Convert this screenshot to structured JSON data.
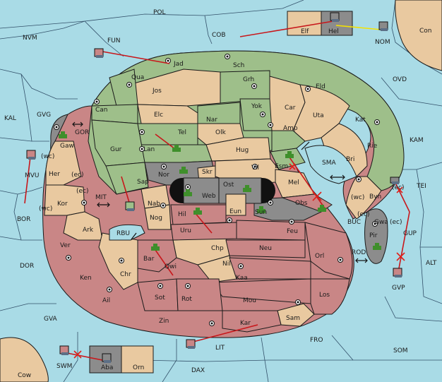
{
  "map": {
    "colors": {
      "sea": "#a9dbe6",
      "green": "#9ebf8a",
      "tan": "#e9c9a0",
      "brown": "#c98686",
      "gray": "#8c8c8c",
      "dark": "#111111"
    },
    "sea_labels": {
      "pol": "POL",
      "nvm": "NVM",
      "fun": "FUN",
      "cob": "COB",
      "nom": "NOM",
      "con": "Con",
      "ovd": "OVD",
      "kal": "KAL",
      "gvg": "GVG",
      "gor": "GOR",
      "kam": "KAM",
      "sma": "SMA",
      "tei": "TEI",
      "mit": "MIT",
      "bor": "BOR",
      "rbu": "RBU",
      "buc": "BUC",
      "rod": "ROD",
      "gup": "GUP",
      "alt": "ALT",
      "dor": "DOR",
      "gvp": "GVP",
      "gva": "GVA",
      "fro": "FRO",
      "som": "SOM",
      "lit": "LIT",
      "swm": "SWM",
      "dax": "DAX",
      "cow": "Cow",
      "mvu": "MVU"
    },
    "coast_tags": {
      "wc1": "(wc)",
      "ec1": "(ec)",
      "ec2": "(ec)",
      "wc2": "(wc)",
      "ec3": "(ec)",
      "wc3": "(wc)",
      "ec4": "(ec)",
      "ec5": "(ec)"
    },
    "land_labels": {
      "jad": "Jad",
      "sch": "Sch",
      "qua": "Qua",
      "jos": "Jos",
      "grh": "Grh",
      "eld": "Eld",
      "can": "Can",
      "elc": "Elc",
      "nar": "Nar",
      "yok": "Yok",
      "car": "Car",
      "uta": "Uta",
      "kat": "Kat",
      "tel": "Tel",
      "olk": "Olk",
      "amp": "Amp",
      "gur": "Gur",
      "lan": "Lan",
      "hug": "Hug",
      "rie": "Rie",
      "bri": "Bri",
      "esm": "Esm",
      "nor": "Nor",
      "skr": "Skr",
      "vil": "Vil",
      "gaw": "Gaw",
      "her": "Her",
      "kor": "Kor",
      "sap": "Sap",
      "web": "Web",
      "ost": "Ost",
      "mel": "Mel",
      "byn": "Byn",
      "nab": "Nab",
      "eun": "Eun",
      "sun": "Sun",
      "obs": "Obs",
      "nog": "Nog",
      "hil": "Hil",
      "gwa": "Gwa",
      "ark": "Ark",
      "uru": "Uru",
      "feu": "Feu",
      "pir": "Pir",
      "ver": "Ver",
      "chp": "Chp",
      "neu": "Neu",
      "orl": "Orl",
      "bar": "Bar",
      "qwi": "Qwi",
      "nil": "Nil",
      "ken": "Ken",
      "chr": "Chr",
      "kaa": "Kaa",
      "ail": "Ail",
      "sot": "Sot",
      "rot": "Rot",
      "mou": "Mou",
      "los": "Los",
      "zin": "Zin",
      "sam": "Sam",
      "kar": "Kar",
      "elf": "Elf",
      "hel": "Hel",
      "aba": "Aba",
      "orn": "Orn"
    }
  }
}
